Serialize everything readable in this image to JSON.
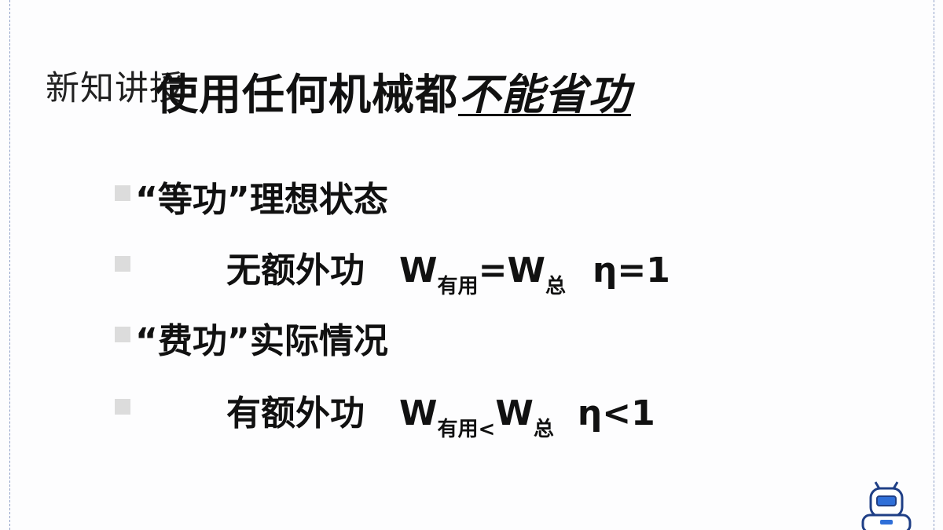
{
  "section_label": "新知讲授",
  "title": {
    "main": "使用任何机械都",
    "emphasis": "不能省功"
  },
  "rows": [
    {
      "text": "“等功”理想状态"
    },
    {
      "label": "无额外功",
      "w1": "W",
      "sub1": "有用",
      "op": "=",
      "w2": "W",
      "sub2": "总",
      "eta": "η=1"
    },
    {
      "text": "“费功”实际情况"
    },
    {
      "label": "有额外功",
      "w1": "W",
      "sub1": "有用<",
      "op": "",
      "w2": "W",
      "sub2": "总",
      "eta": "η<1"
    }
  ],
  "colors": {
    "accent": "#2f6fd8",
    "bullet": "#dcdcdc",
    "border": "#8fa0c8"
  },
  "icons": {
    "mascot": "robot-icon"
  }
}
